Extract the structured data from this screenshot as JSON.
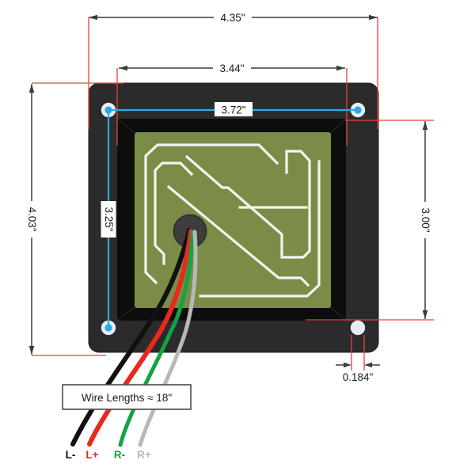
{
  "drawing": {
    "title": "speaker-panel-dimension-drawing",
    "dimensions": {
      "overall_width": "4.35\"",
      "window_width": "3.44\"",
      "hole_span_width": "3.72\"",
      "overall_height": "4.03\"",
      "hole_span_height": "3.25\"",
      "window_height": "3.00\"",
      "hole_diameter": "0.184\""
    },
    "wire_note": "Wire Lengths ≈ 18\"",
    "wire_labels": {
      "l_minus": "L-",
      "l_plus": "L+",
      "r_minus": "R-",
      "r_plus": "R+"
    },
    "colors": {
      "panel_black": "#2b2b2b",
      "bezel_black": "#0d0d0d",
      "pcb_green": "#7b8c46",
      "trace_white": "#f4f4ef",
      "center_hole_gray": "#3d3d3d",
      "dim_red": "#e8423b",
      "dim_blue": "#2aa7e8",
      "dim_black": "#3c3c3c",
      "hole_white": "#e7edf4",
      "hole_blue": "#2aa7e8",
      "wire_black": "#111111",
      "wire_red": "#e8291c",
      "wire_green": "#12a344",
      "wire_gray": "#b8b8b8"
    }
  }
}
